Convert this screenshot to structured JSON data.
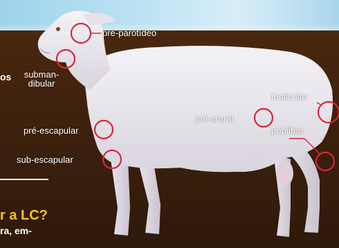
{
  "labels": {
    "pre_parotideo": "pré-parotídeo",
    "submandibular_line1": "subman-",
    "submandibular_line2": "dibular",
    "pre_escapular": "pré-escapular",
    "sub_escapular": "sub-escapular",
    "pre_crural": "pré-crural",
    "testicular": "testicular",
    "popliteo": "poplíteo"
  },
  "fragments": {
    "left_top": "os",
    "question": "r a LC?",
    "bottom": "ra, em-"
  },
  "colors": {
    "background": "#3a1f0e",
    "sky": "#bfe4f4",
    "marker": "#d8283a",
    "highlight": "#f5c518",
    "label": "#ffffff"
  }
}
